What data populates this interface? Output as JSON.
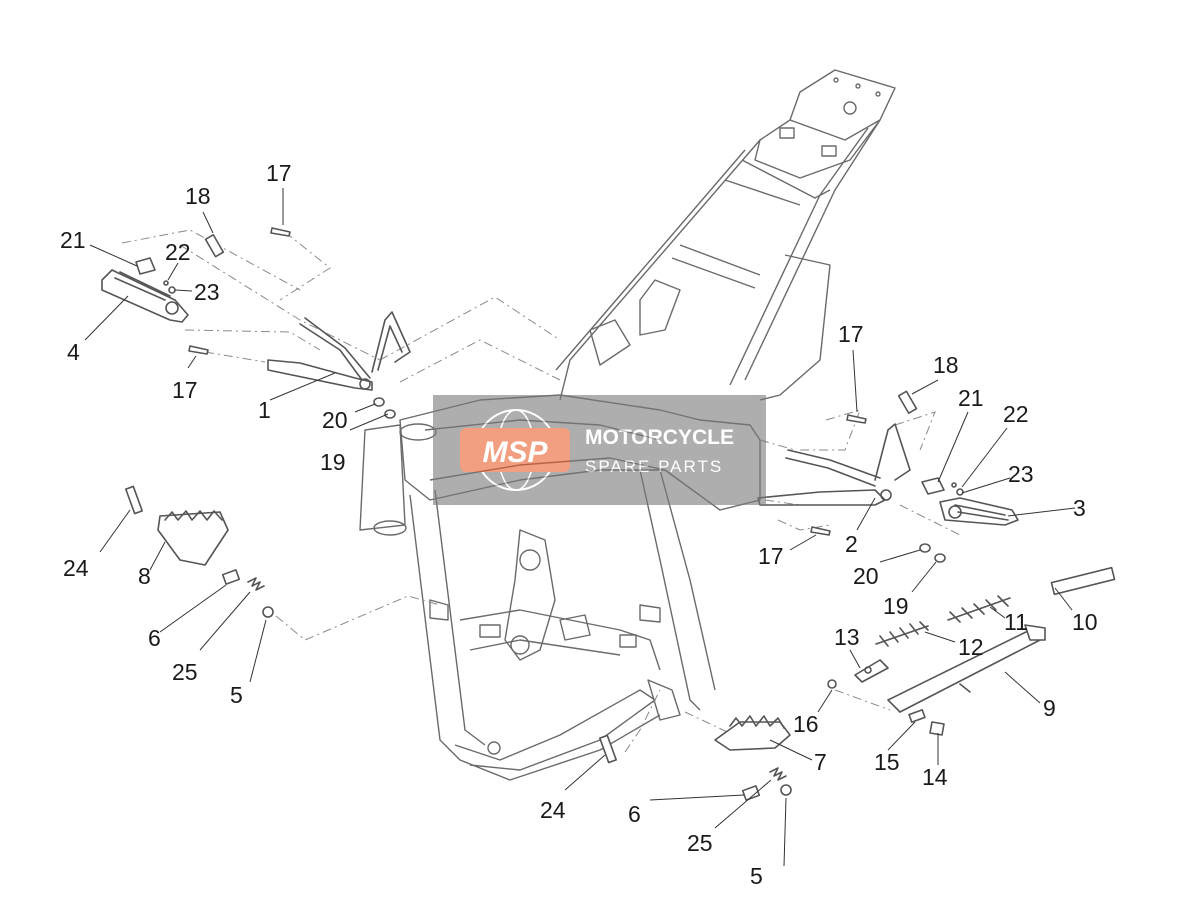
{
  "watermark": {
    "badge": "MSP",
    "line1": "MOTORCYCLE",
    "line2": "SPARE PARTS",
    "badge_color": "#e8612c",
    "panel_color": "#7a7a7a"
  },
  "callouts": {
    "n1": "1",
    "n2": "2",
    "n3": "3",
    "n4": "4",
    "n5a": "5",
    "n5b": "5",
    "n6a": "6",
    "n6b": "6",
    "n7": "7",
    "n8": "8",
    "n9": "9",
    "n10": "10",
    "n11": "11",
    "n12": "12",
    "n13": "13",
    "n14": "14",
    "n15": "15",
    "n16": "16",
    "n17a": "17",
    "n17b": "17",
    "n17c": "17",
    "n17d": "17",
    "n18a": "18",
    "n18b": "18",
    "n19a": "19",
    "n19b": "19",
    "n20a": "20",
    "n20b": "20",
    "n21a": "21",
    "n21b": "21",
    "n22a": "22",
    "n22b": "22",
    "n23a": "23",
    "n23b": "23",
    "n24a": "24",
    "n24b": "24",
    "n25a": "25",
    "n25b": "25"
  }
}
